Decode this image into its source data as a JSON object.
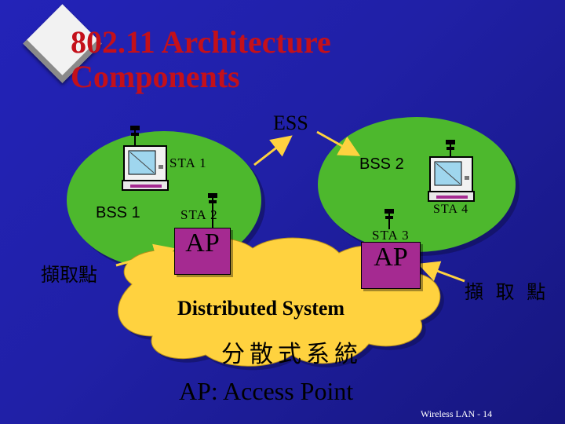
{
  "slide": {
    "title": "802.11 Architecture Components",
    "footer": "Wireless LAN - 14"
  },
  "diagram": {
    "ess_label": "ESS",
    "bss_labels": [
      "BSS 1",
      "BSS 2"
    ],
    "station_labels": [
      "STA 1",
      "STA 2",
      "STA 3",
      "STA 4"
    ],
    "ap_label": "AP",
    "distributed_system": "Distributed System",
    "distributed_system_zh": "分散式系統",
    "access_point_zh_left": "擷取點",
    "access_point_zh_right": "擷 取 點",
    "ap_definition": "AP: Access Point"
  },
  "colors": {
    "background": "#2121a8",
    "title": "#c4101a",
    "bss_ellipse": "#4db82d",
    "cloud": "#ffd23f",
    "ap_box": "#a52a91",
    "arrows": "#ffd23f",
    "footer_text": "#ffffff"
  }
}
